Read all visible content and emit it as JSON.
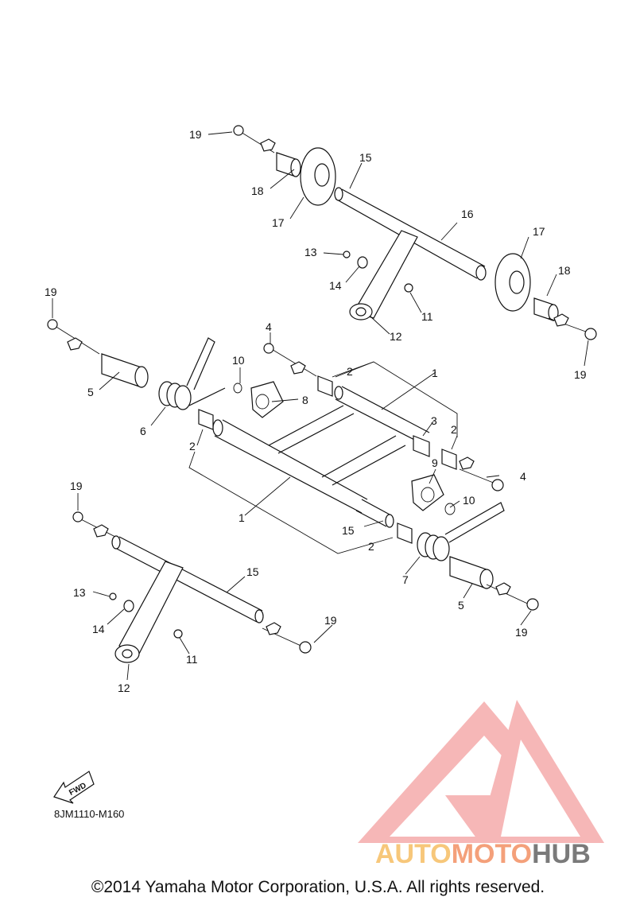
{
  "diagram": {
    "ref_code": "8JM1110-M160",
    "copyright": "©2014 Yamaha Motor Corporation, U.S.A. All rights reserved.",
    "fwd_label": "FWD",
    "watermark": {
      "part1": "AUTO",
      "part2": "MOTO",
      "part3": "HUB",
      "colors": {
        "auto": "#f7c77a",
        "moto": "#f4a07a",
        "hub": "#7a7a7a",
        "logo": "#f4a0a0"
      }
    },
    "labels": {
      "l19a": "19",
      "l15a": "15",
      "l18a": "18",
      "l17a": "17",
      "l16": "16",
      "l17b": "17",
      "l13a": "13",
      "l18b": "18",
      "l14a": "14",
      "l11a": "11",
      "l12a": "12",
      "l19b": "19",
      "l19c": "19",
      "l4a": "4",
      "l2a": "2",
      "l1a": "1",
      "l10a": "10",
      "l5a": "5",
      "l8": "8",
      "l3": "3",
      "l2b": "2",
      "l6": "6",
      "l2c": "2",
      "l4b": "4",
      "l9": "9",
      "l19d": "19",
      "l10b": "10",
      "l1b": "1",
      "l15b": "15",
      "l2d": "2",
      "l15c": "15",
      "l7": "7",
      "l13b": "13",
      "l5b": "5",
      "l14b": "14",
      "l19e": "19",
      "l11b": "11",
      "l12b": "12",
      "l19f": "19"
    }
  }
}
